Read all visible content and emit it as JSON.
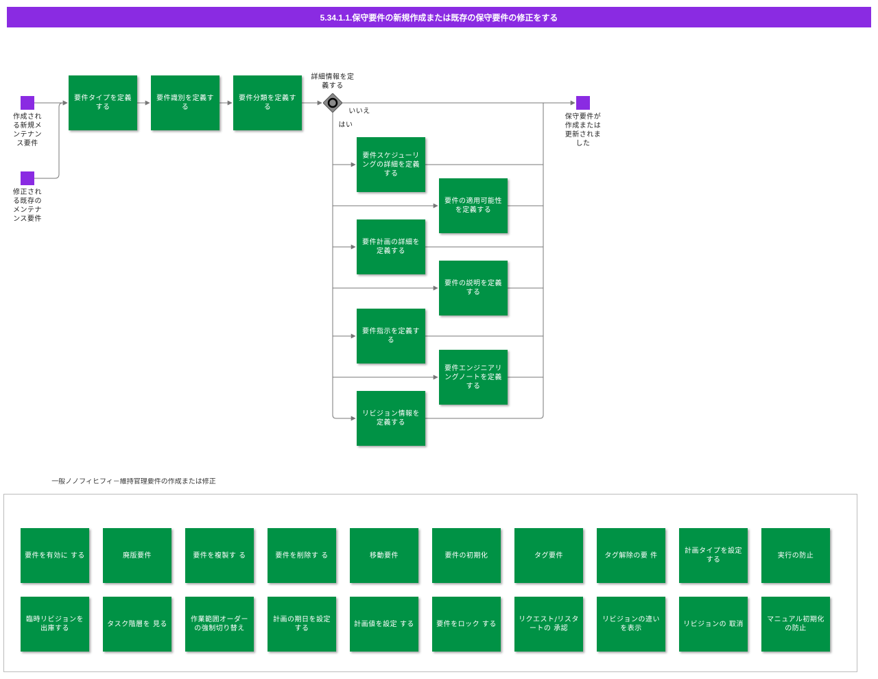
{
  "title": "5.34.1.1.保守要件の新規作成または既存の保守要件の修正をする",
  "events": {
    "start_new": "作成される新規メンテナンス要件",
    "start_modify": "修正される既存のメンテナンス要件",
    "end": "保守要件が作成または更新されました"
  },
  "gateway": {
    "label": "詳細情報を定義する",
    "no": "いいえ",
    "yes": "はい"
  },
  "main_tasks": [
    "要件タイプを定義する",
    "要件識別を定義する",
    "要件分類を定義する"
  ],
  "branch_tasks": [
    "要件スケジューリングの詳細を定義する",
    "要件の適用可能性を定義する",
    "要件計画の詳細を定義する",
    "要件の説明を定義する",
    "要件指示を定義する",
    "要件エンジニアリングノートを定義する",
    "リビジョン情報を定義する"
  ],
  "group_label": "一般ノノフィヒフィ－維持官理要件の作成または修正",
  "group_tasks_row1": [
    "要件を有効に する",
    "廃版要件",
    "要件を複製す る",
    "要件を削除す る",
    "移動要件",
    "要件の初期化",
    "タグ要件",
    "タグ解除の要 件",
    "計画タイプを設定する",
    "実行の防止"
  ],
  "group_tasks_row2": [
    "臨時リビジョンを出庫する",
    "タスク階層を 見る",
    "作業範囲オーダーの強制切り替え",
    "計画の期日を設定する",
    "計画値を設定 する",
    "要件をロック する",
    "リクエスト/リスタートの 承認",
    "リビジョンの違いを表示",
    "リビジョンの 取消",
    "マニュアル初期化の防止"
  ],
  "colors": {
    "title_bar": "#8a2be2",
    "task": "#009245",
    "event": "#8a2be2",
    "connector": "#777777"
  }
}
